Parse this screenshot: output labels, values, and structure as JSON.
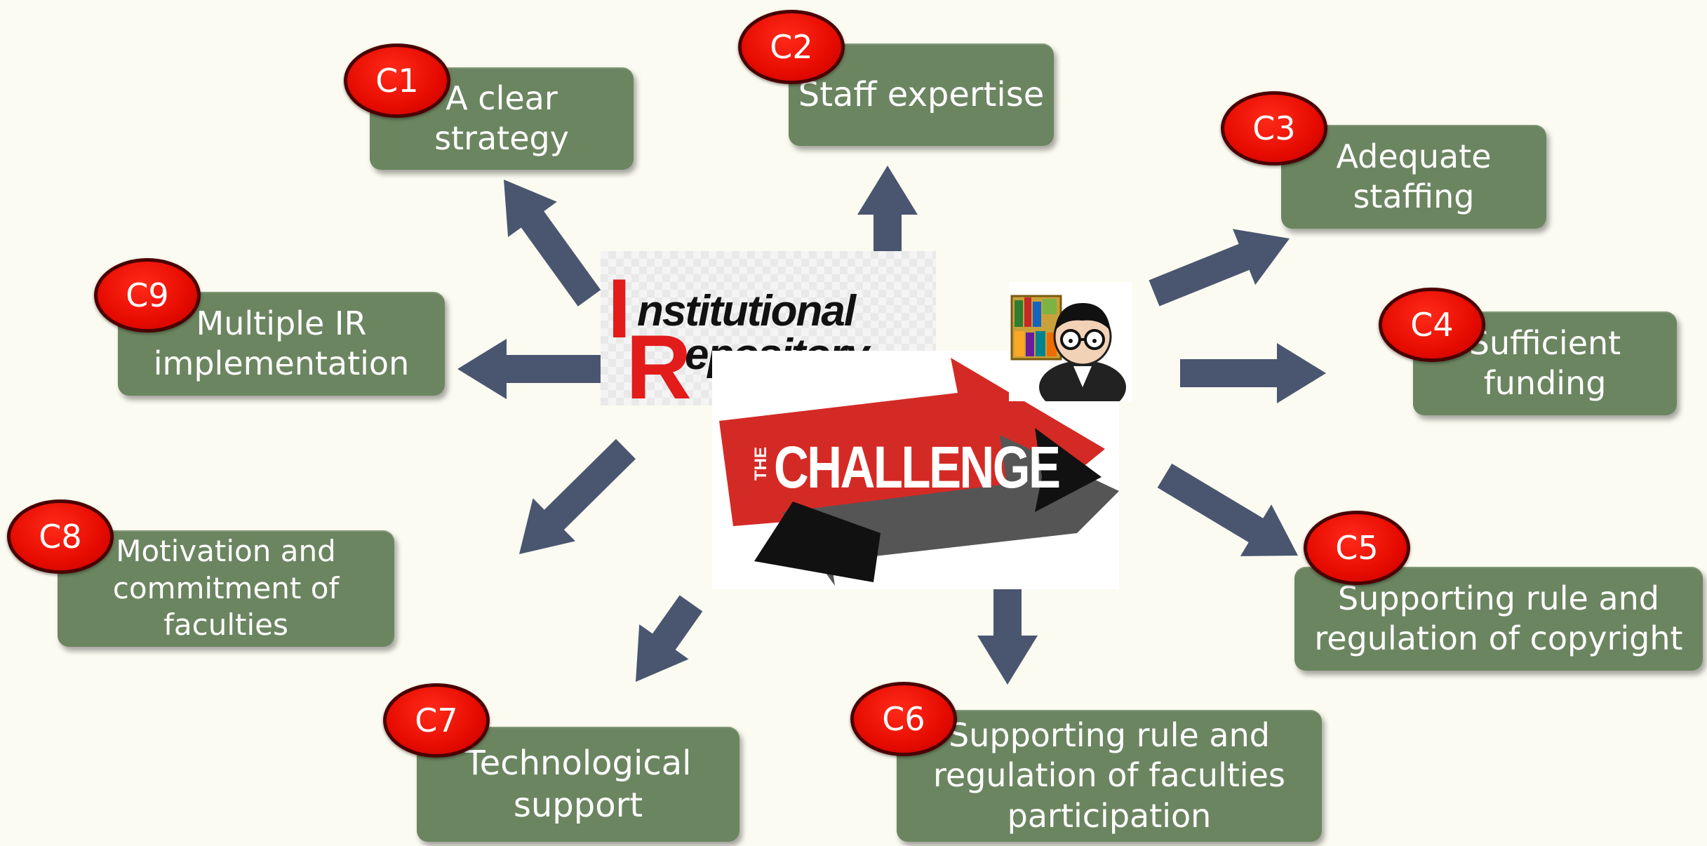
{
  "center": {
    "ir_line1_initial": "I",
    "ir_line1_rest": "nstitutional",
    "ir_line2_initial": "R",
    "ir_line2_rest": "epository",
    "challenge_the": "THE",
    "challenge_word": "CHALLENGE"
  },
  "nodes": [
    {
      "badge": "C1",
      "text": "A clear\nstrategy"
    },
    {
      "badge": "C2",
      "text": "Staff expertise"
    },
    {
      "badge": "C3",
      "text": "Adequate\nstaffing"
    },
    {
      "badge": "C4",
      "text": "Sufficient\nfunding"
    },
    {
      "badge": "C5",
      "text": "Supporting   rule and\nregulation of copyright"
    },
    {
      "badge": "C6",
      "text": "Supporting rule and\nregulation of faculties\nparticipation"
    },
    {
      "badge": "C7",
      "text": "Technological\nsupport"
    },
    {
      "badge": "C8",
      "text": "Motivation and\ncommitment of\nfaculties"
    },
    {
      "badge": "C9",
      "text": "Multiple IR\nimplementation"
    }
  ],
  "colors": {
    "box": "#6b8560",
    "badge": "#e60b00",
    "arrow": "#4a5670",
    "background": "#fbfbf1"
  },
  "icons": [
    "bookshelf-icon",
    "scholar-avatar-icon"
  ]
}
